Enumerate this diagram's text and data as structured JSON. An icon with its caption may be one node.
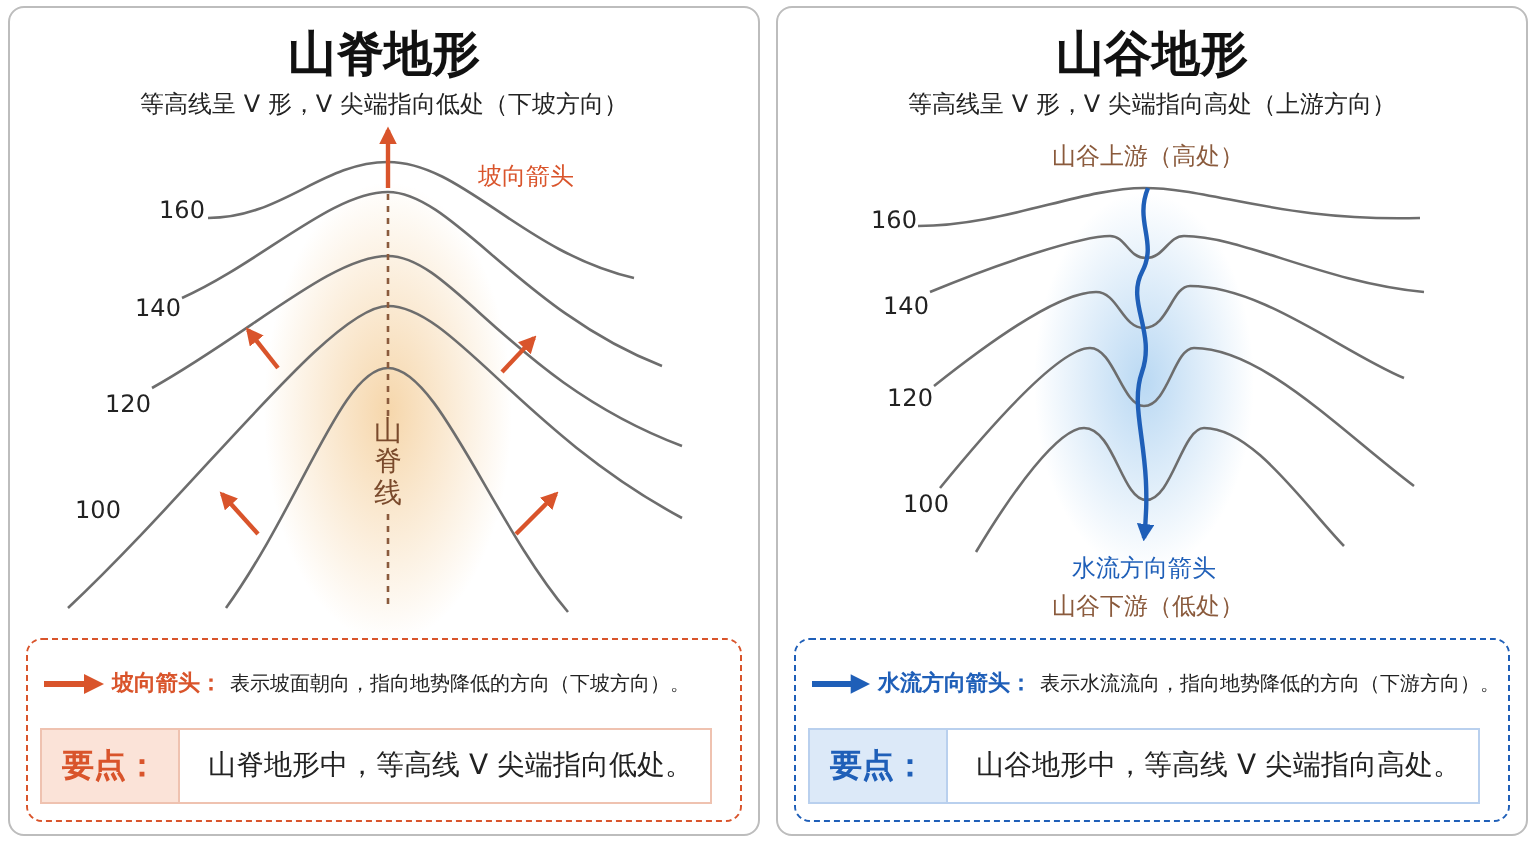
{
  "diagram": {
    "nodes": [
      {
        "text": [
          "山脊地形",
          "等高线呈 V 形，V 尖端指向低处（下坡方向）"
        ]
      },
      {
        "text": [
          "山谷地形",
          "等高线呈 V 形，V 尖端指向高处（上游方向）"
        ]
      },
      {
        "text": [
          "坡向箭头：",
          "表示坡面朝向，指向地势降低的方向（下坡方向）。"
        ],
        "in": 0
      },
      {
        "text": [
          "要点：",
          "山脊地形中，等高线 V 尖端指向低处。"
        ],
        "in": 2
      },
      {
        "text": [
          "水流方向箭头：",
          "表示水流流向，指向地势降低的方向（下游方向）。"
        ],
        "in": 1
      },
      {
        "text": [
          "要点：",
          "山谷地形中，等高线 V 尖端指向高处。"
        ],
        "in": 4
      }
    ],
    "labels": [
      "坡向箭头",
      "160",
      "140",
      "120",
      "山脊线",
      "100",
      "山谷上游（高处）",
      "160",
      "140",
      "120",
      "100",
      "水流方向箭头",
      "山谷下游（低处）"
    ]
  }
}
